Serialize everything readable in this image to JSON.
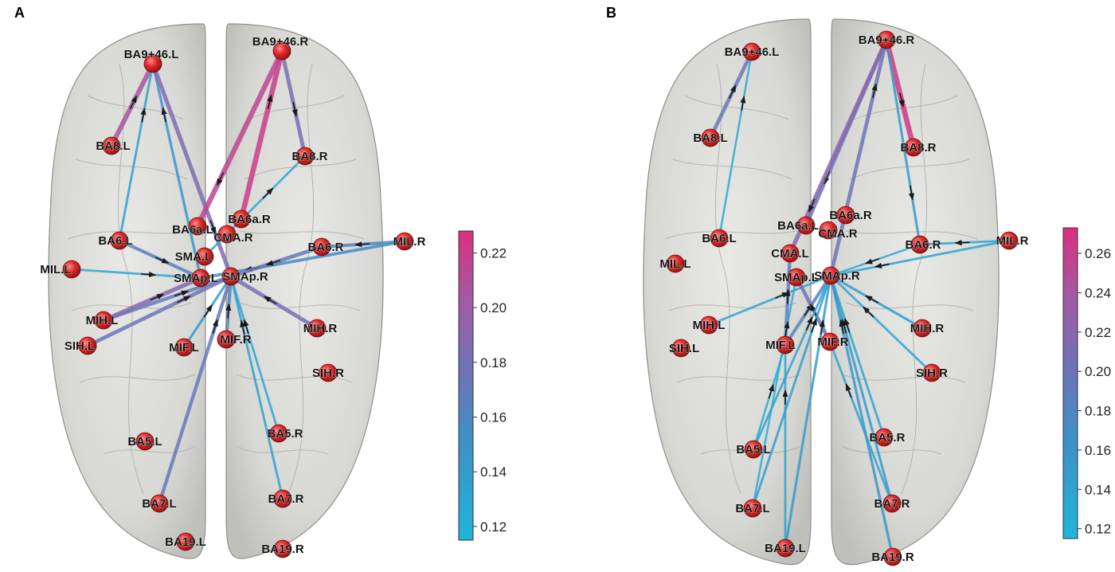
{
  "panels": [
    {
      "letter": "A",
      "colorbar": {
        "ticks": [
          "0.12",
          "0.14",
          "0.16",
          "0.18",
          "0.20",
          "0.22"
        ],
        "min": 0.115,
        "max": 0.228
      },
      "nodes": [
        {
          "id": "BA9+46.L",
          "label": "BA9+46.L"
        },
        {
          "id": "BA9+46.R",
          "label": "BA9+46.R"
        },
        {
          "id": "BA8.L",
          "label": "BA8.L"
        },
        {
          "id": "BA8.R",
          "label": "BA8.R"
        },
        {
          "id": "BA6a.L",
          "label": "BA6a.L"
        },
        {
          "id": "BA6a.R",
          "label": "BA6a.R"
        },
        {
          "id": "CMA.R",
          "label": "CMA.R"
        },
        {
          "id": "BA6.L",
          "label": "BA6.L"
        },
        {
          "id": "BA6.R",
          "label": "BA6.R"
        },
        {
          "id": "MIL.L",
          "label": "MIL.L"
        },
        {
          "id": "MIL.R",
          "label": "MIL.R"
        },
        {
          "id": "SMA.L",
          "label": "SMA.L"
        },
        {
          "id": "SMAp.L",
          "label": "SMAp.L"
        },
        {
          "id": "SMAp.R",
          "label": "SMAp.R"
        },
        {
          "id": "MIH.L",
          "label": "MIH.L"
        },
        {
          "id": "MIH.R",
          "label": "MIH.R"
        },
        {
          "id": "SIH.L",
          "label": "SIH.L"
        },
        {
          "id": "SIH.R",
          "label": "SIH.R"
        },
        {
          "id": "MIF.L",
          "label": "MIF.L"
        },
        {
          "id": "MIF.R",
          "label": "MIF.R"
        },
        {
          "id": "BA5.L",
          "label": "BA5.L"
        },
        {
          "id": "BA5.R",
          "label": "BA5.R"
        },
        {
          "id": "BA7.L",
          "label": "BA7.L"
        },
        {
          "id": "BA7.R",
          "label": "BA7.R"
        },
        {
          "id": "BA19.L",
          "label": "BA19.L"
        },
        {
          "id": "BA19.R",
          "label": "BA19.R"
        }
      ],
      "edges": [
        {
          "from": "BA8.L",
          "to": "BA9+46.L",
          "w": 0.205
        },
        {
          "from": "BA6.L",
          "to": "BA9+46.L",
          "w": 0.135
        },
        {
          "from": "SMAp.L",
          "to": "BA9+46.L",
          "w": 0.145
        },
        {
          "from": "BA9+46.L",
          "to": "SMAp.R",
          "w": 0.185
        },
        {
          "from": "BA9+46.R",
          "to": "BA6a.L",
          "w": 0.215
        },
        {
          "from": "BA6a.R",
          "to": "BA9+46.R",
          "w": 0.22
        },
        {
          "from": "BA9+46.R",
          "to": "BA8.R",
          "w": 0.18
        },
        {
          "from": "SMA.L",
          "to": "BA8.R",
          "w": 0.13
        },
        {
          "from": "MIL.L",
          "to": "SMAp.L",
          "w": 0.13
        },
        {
          "from": "BA6.L",
          "to": "SMAp.L",
          "w": 0.165
        },
        {
          "from": "MIL.R",
          "to": "BA6.R",
          "w": 0.16
        },
        {
          "from": "MIL.R",
          "to": "SMAp.L",
          "w": 0.155
        },
        {
          "from": "BA6.R",
          "to": "SMAp.R",
          "w": 0.175
        },
        {
          "from": "MIH.L",
          "to": "SMAp.R",
          "w": 0.17
        },
        {
          "from": "SIH.L",
          "to": "SMAp.R",
          "w": 0.175
        },
        {
          "from": "MIH.R",
          "to": "SMAp.R",
          "w": 0.18
        },
        {
          "from": "MIF.L",
          "to": "SMAp.R",
          "w": 0.14
        },
        {
          "from": "MIF.R",
          "to": "SMAp.R",
          "w": 0.165
        },
        {
          "from": "BA7.L",
          "to": "SMAp.R",
          "w": 0.17
        },
        {
          "from": "BA5.R",
          "to": "SMAp.R",
          "w": 0.13
        },
        {
          "from": "BA7.R",
          "to": "SMAp.R",
          "w": 0.135
        },
        {
          "from": "MIH.L",
          "to": "SMAp.L",
          "w": 0.19
        }
      ]
    },
    {
      "letter": "B",
      "colorbar": {
        "ticks": [
          "0.12",
          "0.14",
          "0.16",
          "0.18",
          "0.20",
          "0.22",
          "0.24",
          "0.26"
        ],
        "min": 0.115,
        "max": 0.273
      },
      "nodes": [
        {
          "id": "BA9+46.L",
          "label": "BA9+46.L"
        },
        {
          "id": "BA9+46.R",
          "label": "BA9+46.R"
        },
        {
          "id": "BA8.L",
          "label": "BA8.L"
        },
        {
          "id": "BA8.R",
          "label": "BA8.R"
        },
        {
          "id": "BA6a.L",
          "label": "BA6a.L"
        },
        {
          "id": "BA6a.R",
          "label": "BA6a.R"
        },
        {
          "id": "CMA.R",
          "label": "CMA.R"
        },
        {
          "id": "CMA.L",
          "label": "CMA.L"
        },
        {
          "id": "BA6.L",
          "label": "BA6.L"
        },
        {
          "id": "BA6.R",
          "label": "BA6.R"
        },
        {
          "id": "MIL.L",
          "label": "MIL.L"
        },
        {
          "id": "MIL.R",
          "label": "MIL.R"
        },
        {
          "id": "SMAp.L",
          "label": "SMAp.L"
        },
        {
          "id": "SMAp.R",
          "label": "SMAp.R"
        },
        {
          "id": "MIH.L",
          "label": "MIH.L"
        },
        {
          "id": "MIH.R",
          "label": "MIH.R"
        },
        {
          "id": "SIH.L",
          "label": "SIH.L"
        },
        {
          "id": "SIH.R",
          "label": "SIH.R"
        },
        {
          "id": "MIF.L",
          "label": "MIF.L"
        },
        {
          "id": "MIF.R",
          "label": "MIF.R"
        },
        {
          "id": "BA5.L",
          "label": "BA5.L"
        },
        {
          "id": "BA5.R",
          "label": "BA5.R"
        },
        {
          "id": "BA7.L",
          "label": "BA7.L"
        },
        {
          "id": "BA7.R",
          "label": "BA7.R"
        },
        {
          "id": "BA19.L",
          "label": "BA19.L"
        },
        {
          "id": "BA19.R",
          "label": "BA19.R"
        }
      ],
      "edges": [
        {
          "from": "BA8.L",
          "to": "BA9+46.L",
          "w": 0.2
        },
        {
          "from": "BA6.L",
          "to": "BA9+46.L",
          "w": 0.13
        },
        {
          "from": "BA9+46.R",
          "to": "BA6a.L",
          "w": 0.2
        },
        {
          "from": "BA9+46.R",
          "to": "CMA.L",
          "w": 0.22
        },
        {
          "from": "BA9+46.R",
          "to": "BA8.R",
          "w": 0.265
        },
        {
          "from": "BA9+46.R",
          "to": "BA6.R",
          "w": 0.15
        },
        {
          "from": "SMAp.R",
          "to": "BA9+46.R",
          "w": 0.2
        },
        {
          "from": "MIL.R",
          "to": "BA6.R",
          "w": 0.14
        },
        {
          "from": "MIL.R",
          "to": "SMAp.R",
          "w": 0.14
        },
        {
          "from": "BA6.R",
          "to": "SMAp.R",
          "w": 0.13
        },
        {
          "from": "MIH.L",
          "to": "SMAp.R",
          "w": 0.14
        },
        {
          "from": "MIH.R",
          "to": "SMAp.R",
          "w": 0.15
        },
        {
          "from": "SIH.R",
          "to": "SMAp.R",
          "w": 0.14
        },
        {
          "from": "MIF.L",
          "to": "SMAp.R",
          "w": 0.18
        },
        {
          "from": "MIF.R",
          "to": "SMAp.L",
          "w": 0.2
        },
        {
          "from": "MIF.L",
          "to": "CMA.L",
          "w": 0.19
        },
        {
          "from": "BA5.L",
          "to": "SMAp.R",
          "w": 0.14
        },
        {
          "from": "BA7.L",
          "to": "SMAp.R",
          "w": 0.145
        },
        {
          "from": "BA19.L",
          "to": "SMAp.R",
          "w": 0.15
        },
        {
          "from": "BA7.L",
          "to": "SMAp.L",
          "w": 0.13
        },
        {
          "from": "BA5.R",
          "to": "SMAp.R",
          "w": 0.14
        },
        {
          "from": "BA7.R",
          "to": "SMAp.R",
          "w": 0.15
        },
        {
          "from": "BA19.R",
          "to": "SMAp.R",
          "w": 0.155
        },
        {
          "from": "BA5.L",
          "to": "MIF.L",
          "w": 0.13
        },
        {
          "from": "BA19.L",
          "to": "MIF.L",
          "w": 0.14
        },
        {
          "from": "BA7.R",
          "to": "MIF.R",
          "w": 0.14
        }
      ]
    }
  ]
}
